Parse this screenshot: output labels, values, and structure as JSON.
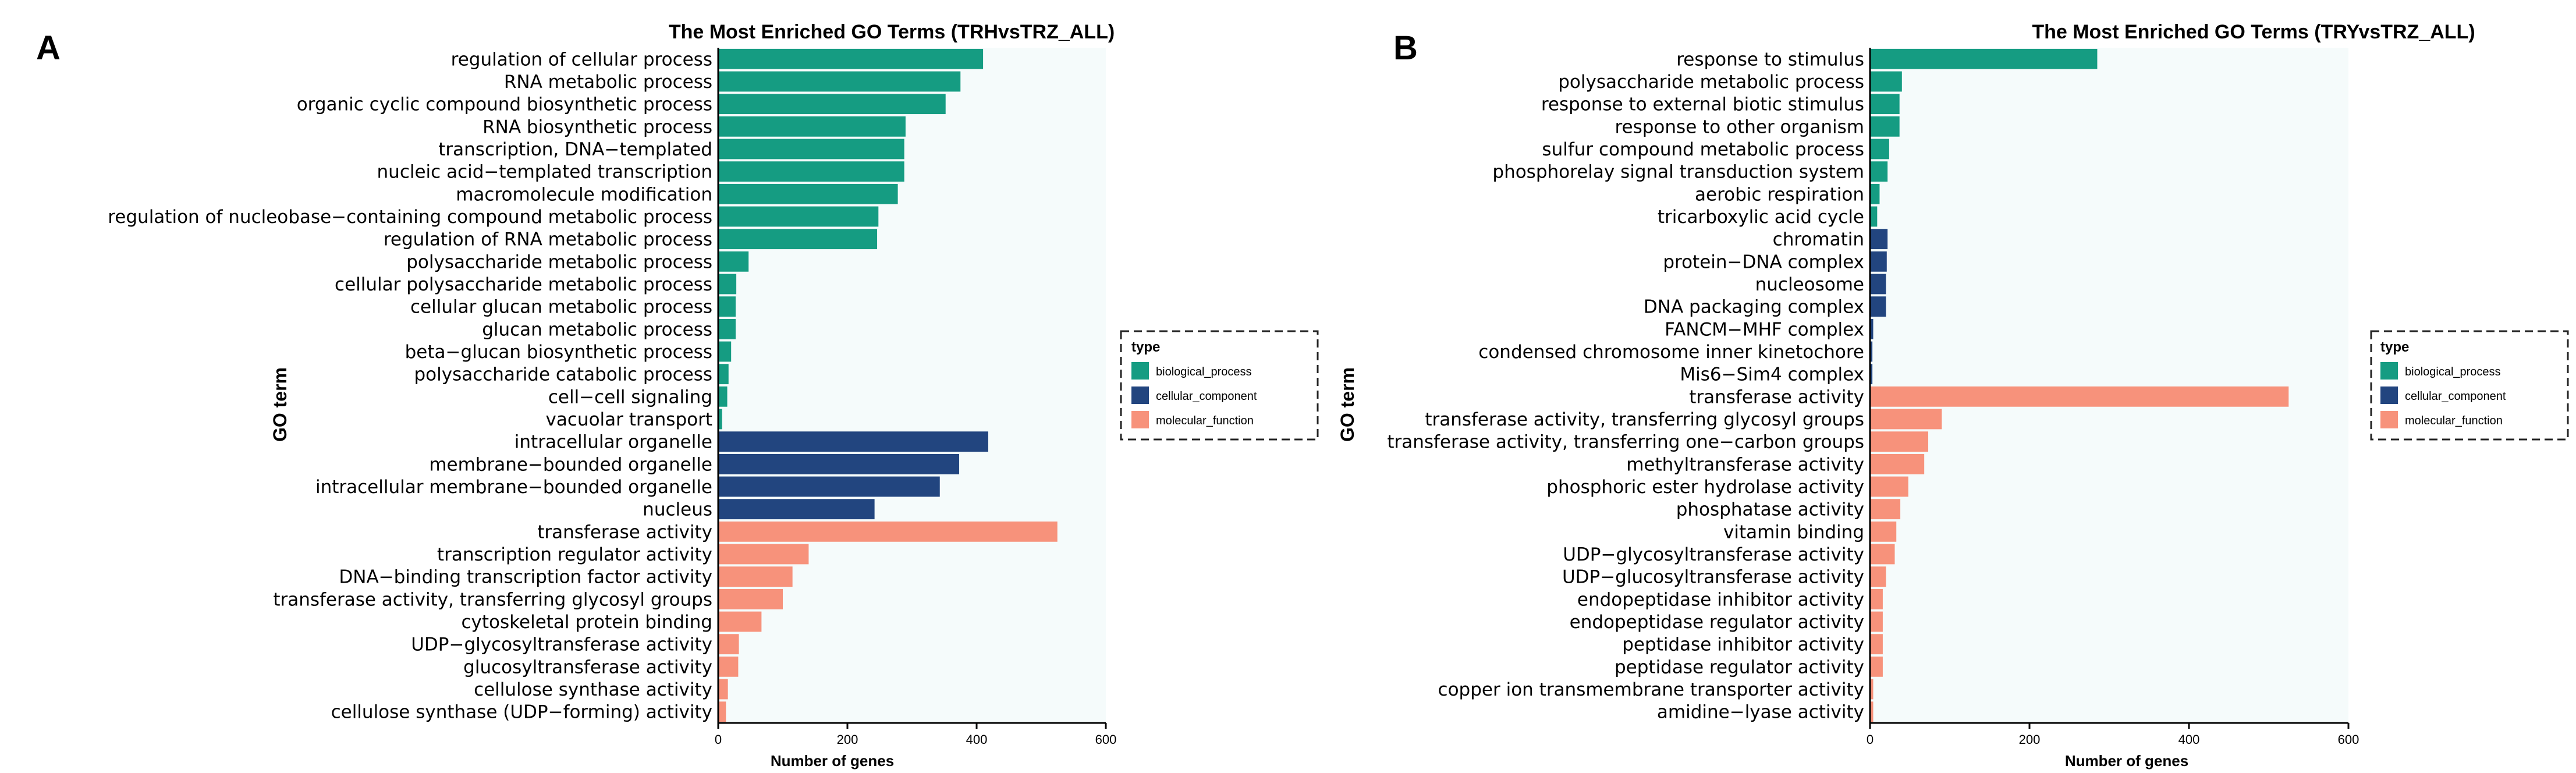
{
  "chart_data": [
    {
      "panel_label": "A",
      "type": "bar",
      "orientation": "horizontal",
      "title": "The Most Enriched GO Terms (TRHvsTRZ_ALL)",
      "xlabel": "Number of genes",
      "ylabel": "GO term",
      "xlim": [
        0,
        600
      ],
      "xticks": [
        0,
        200,
        400,
        600
      ],
      "grid": false,
      "legend": {
        "title": "type",
        "position": "right",
        "entries": [
          {
            "label": "biological_process",
            "color": "#159C82"
          },
          {
            "label": "cellular_component",
            "color": "#22457F"
          },
          {
            "label": "molecular_function",
            "color": "#F7927B"
          }
        ]
      },
      "categories": [
        "regulation of cellular process",
        "RNA metabolic process",
        "organic cyclic compound biosynthetic process",
        "RNA biosynthetic process",
        "transcription, DNA−templated",
        "nucleic acid−templated transcription",
        "macromolecule modification",
        "regulation of nucleobase−containing compound metabolic process",
        "regulation of RNA metabolic process",
        "polysaccharide metabolic process",
        "cellular polysaccharide metabolic process",
        "cellular glucan metabolic process",
        "glucan metabolic process",
        "beta−glucan biosynthetic process",
        "polysaccharide catabolic process",
        "cell−cell signaling",
        "vacuolar transport",
        "intracellular organelle",
        "membrane−bounded organelle",
        "intracellular membrane−bounded organelle",
        "nucleus",
        "transferase activity",
        "transcription regulator activity",
        "DNA−binding transcription factor activity",
        "transferase activity, transferring glycosyl groups",
        "cytoskeletal protein binding",
        "UDP−glycosyltransferase activity",
        "glucosyltransferase activity",
        "cellulose synthase activity",
        "cellulose synthase (UDP−forming) activity"
      ],
      "values": [
        410,
        375,
        352,
        290,
        288,
        288,
        278,
        248,
        246,
        47,
        28,
        27,
        27,
        20,
        16,
        14,
        6,
        418,
        373,
        343,
        242,
        525,
        140,
        115,
        100,
        67,
        32,
        31,
        15,
        12
      ],
      "types": [
        "biological_process",
        "biological_process",
        "biological_process",
        "biological_process",
        "biological_process",
        "biological_process",
        "biological_process",
        "biological_process",
        "biological_process",
        "biological_process",
        "biological_process",
        "biological_process",
        "biological_process",
        "biological_process",
        "biological_process",
        "biological_process",
        "biological_process",
        "cellular_component",
        "cellular_component",
        "cellular_component",
        "cellular_component",
        "molecular_function",
        "molecular_function",
        "molecular_function",
        "molecular_function",
        "molecular_function",
        "molecular_function",
        "molecular_function",
        "molecular_function",
        "molecular_function"
      ]
    },
    {
      "panel_label": "B",
      "type": "bar",
      "orientation": "horizontal",
      "title": "The Most Enriched GO Terms (TRYvsTRZ_ALL)",
      "xlabel": "Number of genes",
      "ylabel": "GO term",
      "xlim": [
        0,
        600
      ],
      "xticks": [
        0,
        200,
        400,
        600
      ],
      "grid": false,
      "legend": {
        "title": "type",
        "position": "right",
        "entries": [
          {
            "label": "biological_process",
            "color": "#159C82"
          },
          {
            "label": "cellular_component",
            "color": "#22457F"
          },
          {
            "label": "molecular_function",
            "color": "#F7927B"
          }
        ]
      },
      "categories": [
        "response to stimulus",
        "polysaccharide metabolic process",
        "response to external biotic stimulus",
        "response to other organism",
        "sulfur compound metabolic process",
        "phosphorelay signal transduction system",
        "aerobic respiration",
        "tricarboxylic acid cycle",
        "chromatin",
        "protein−DNA complex",
        "nucleosome",
        "DNA packaging complex",
        "FANCM−MHF complex",
        "condensed chromosome inner kinetochore",
        "Mis6−Sim4 complex",
        "transferase activity",
        "transferase activity, transferring glycosyl groups",
        "transferase activity, transferring one−carbon groups",
        "methyltransferase activity",
        "phosphoric ester hydrolase activity",
        "phosphatase activity",
        "vitamin binding",
        "UDP−glycosyltransferase activity",
        "UDP−glucosyltransferase activity",
        "endopeptidase inhibitor activity",
        "endopeptidase regulator activity",
        "peptidase inhibitor activity",
        "peptidase regulator activity",
        "copper ion transmembrane transporter activity",
        "amidine−lyase activity"
      ],
      "values": [
        285,
        40,
        37,
        37,
        24,
        22,
        12,
        9,
        22,
        21,
        20,
        20,
        4,
        3,
        3,
        525,
        90,
        73,
        68,
        48,
        38,
        33,
        31,
        20,
        16,
        16,
        16,
        16,
        4,
        4
      ],
      "types": [
        "biological_process",
        "biological_process",
        "biological_process",
        "biological_process",
        "biological_process",
        "biological_process",
        "biological_process",
        "biological_process",
        "cellular_component",
        "cellular_component",
        "cellular_component",
        "cellular_component",
        "cellular_component",
        "cellular_component",
        "cellular_component",
        "molecular_function",
        "molecular_function",
        "molecular_function",
        "molecular_function",
        "molecular_function",
        "molecular_function",
        "molecular_function",
        "molecular_function",
        "molecular_function",
        "molecular_function",
        "molecular_function",
        "molecular_function",
        "molecular_function",
        "molecular_function",
        "molecular_function"
      ]
    }
  ]
}
